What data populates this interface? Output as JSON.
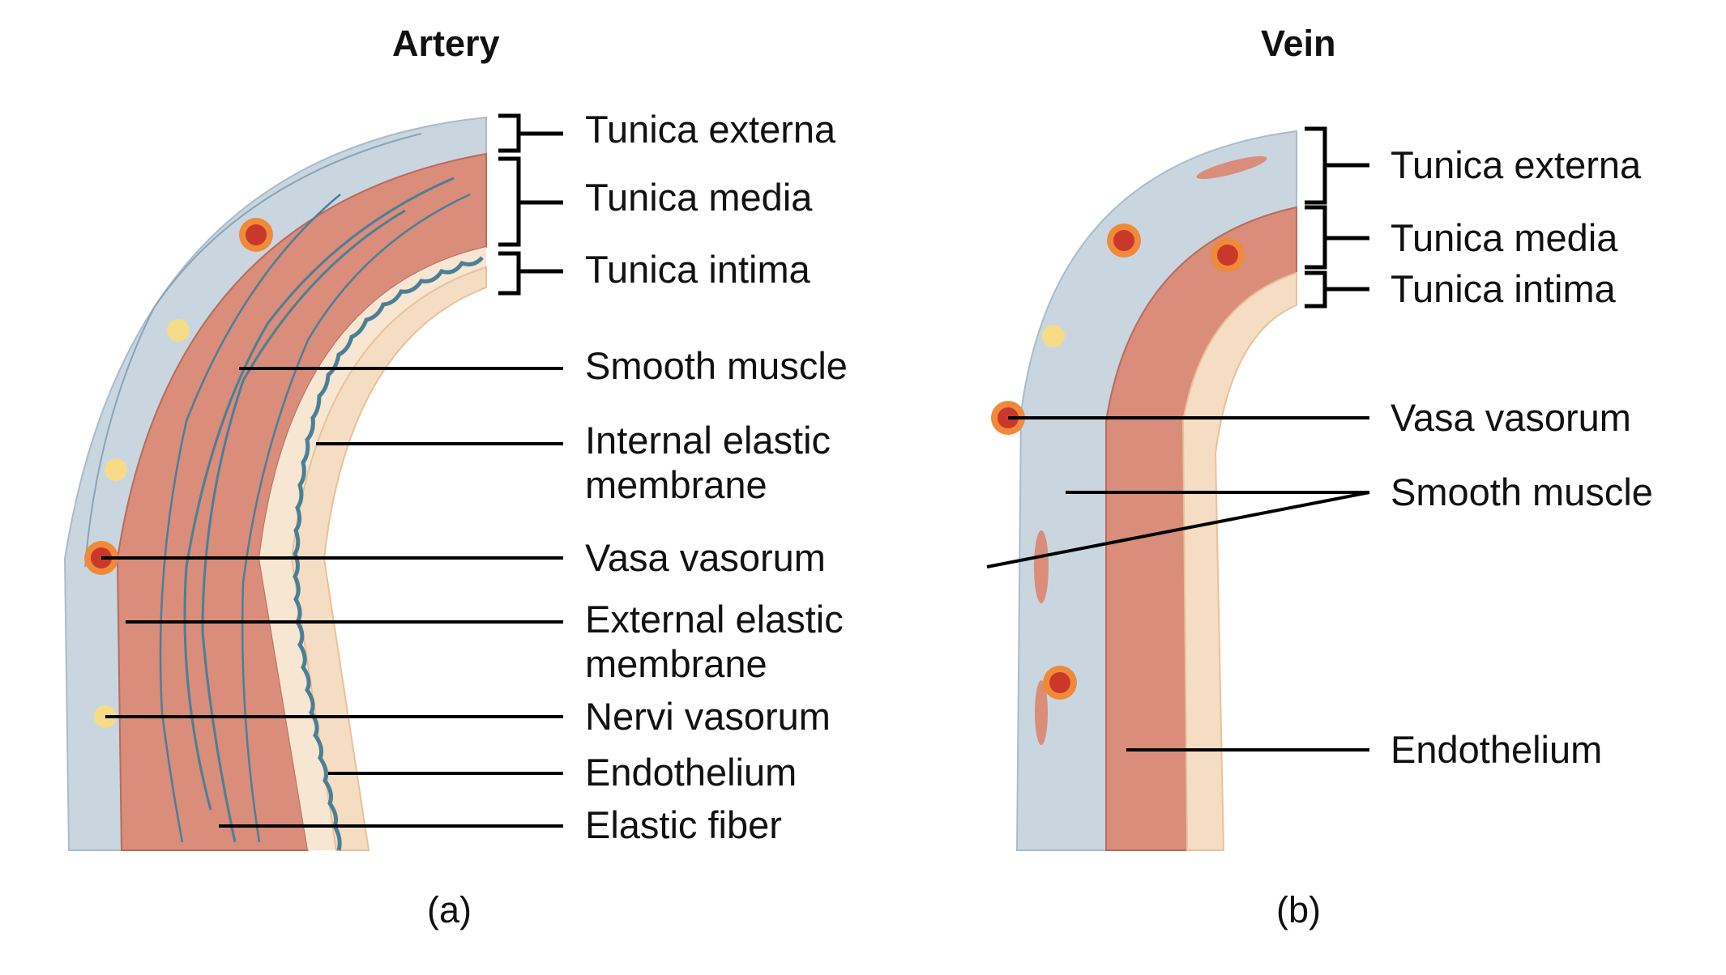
{
  "artery": {
    "title": "Artery",
    "sublabel": "(a)",
    "labels": {
      "tunica_externa": "Tunica externa",
      "tunica_media": "Tunica media",
      "tunica_intima": "Tunica intima",
      "smooth_muscle": "Smooth muscle",
      "internal_elastic_1": "Internal elastic",
      "internal_elastic_2": "membrane",
      "vasa_vasorum": "Vasa vasorum",
      "external_elastic_1": "External elastic",
      "external_elastic_2": "membrane",
      "nervi_vasorum": "Nervi vasorum",
      "endothelium": "Endothelium",
      "elastic_fiber": "Elastic fiber"
    }
  },
  "vein": {
    "title": "Vein",
    "sublabel": "(b)",
    "labels": {
      "tunica_externa": "Tunica externa",
      "tunica_media": "Tunica media",
      "tunica_intima": "Tunica intima",
      "vasa_vasorum": "Vasa vasorum",
      "smooth_muscle": "Smooth muscle",
      "endothelium": "Endothelium"
    }
  },
  "colors": {
    "externa": "#c9d6e0",
    "media": "#d98d7a",
    "intima": "#f4ddc3",
    "elastic": "#4b7f96",
    "vessel_outer": "#f08a3a",
    "vessel_inner": "#c9382a",
    "nerve": "#f6dc86"
  }
}
